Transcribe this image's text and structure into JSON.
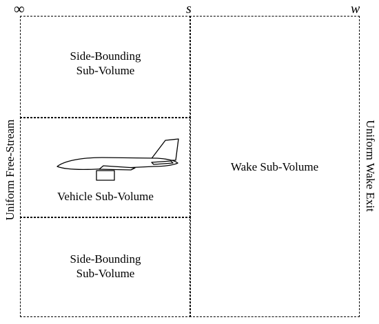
{
  "top_labels": {
    "inflow": "∞",
    "station_s": "s",
    "station_w": "w"
  },
  "regions": {
    "side_top": {
      "line1": "Side-Bounding",
      "line2": "Sub-Volume"
    },
    "vehicle": {
      "label": "Vehicle Sub-Volume"
    },
    "side_bottom": {
      "line1": "Side-Bounding",
      "line2": "Sub-Volume"
    },
    "wake": {
      "label": "Wake Sub-Volume"
    }
  },
  "boundaries": {
    "left": "Uniform Free-Stream",
    "right": "Uniform Wake Exit"
  },
  "icons": {
    "vehicle": "airplane-icon"
  }
}
